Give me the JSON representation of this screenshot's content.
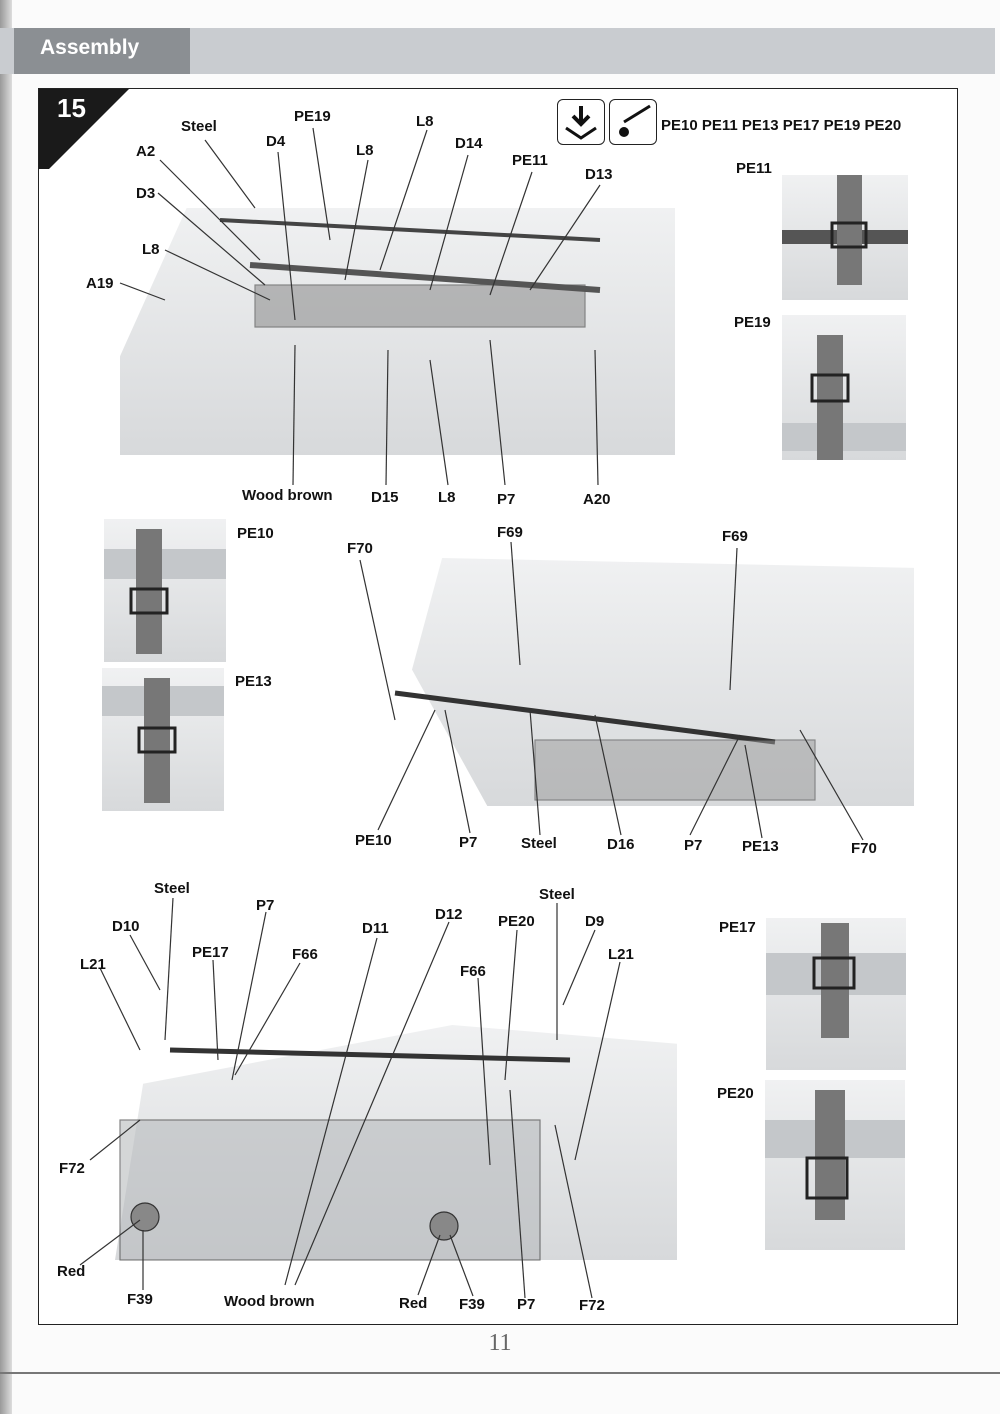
{
  "header": {
    "title": "Assembly"
  },
  "step": {
    "number": "15"
  },
  "toolbar": {
    "parts_label": "PE10 PE11 PE13 PE17 PE19 PE20"
  },
  "top_labels": [
    "Steel",
    "PE19",
    "L8",
    "D4",
    "L8",
    "D14",
    "PE11",
    "D13",
    "A2",
    "D3",
    "L8",
    "A19"
  ],
  "top_bottom_labels": [
    "Wood brown",
    "D15",
    "L8",
    "P7",
    "A20"
  ],
  "side_insets": {
    "pe11": "PE11",
    "pe19": "PE19",
    "pe10": "PE10",
    "pe13": "PE13",
    "pe17": "PE17",
    "pe20": "PE20"
  },
  "mid_labels": [
    "F70",
    "F69",
    "F69"
  ],
  "mid_bottom_labels": [
    "PE10",
    "P7",
    "Steel",
    "D16",
    "P7",
    "PE13",
    "F70"
  ],
  "bottom_labels": [
    "Steel",
    "P7",
    "D10",
    "PE17",
    "F66",
    "D11",
    "D12",
    "Steel",
    "PE20",
    "D9",
    "L21",
    "F66",
    "L21",
    "F72"
  ],
  "bottom_bottom_labels": [
    "Red",
    "F39",
    "Wood brown",
    "Red",
    "F39",
    "P7",
    "F72"
  ],
  "page": {
    "number": "11"
  }
}
